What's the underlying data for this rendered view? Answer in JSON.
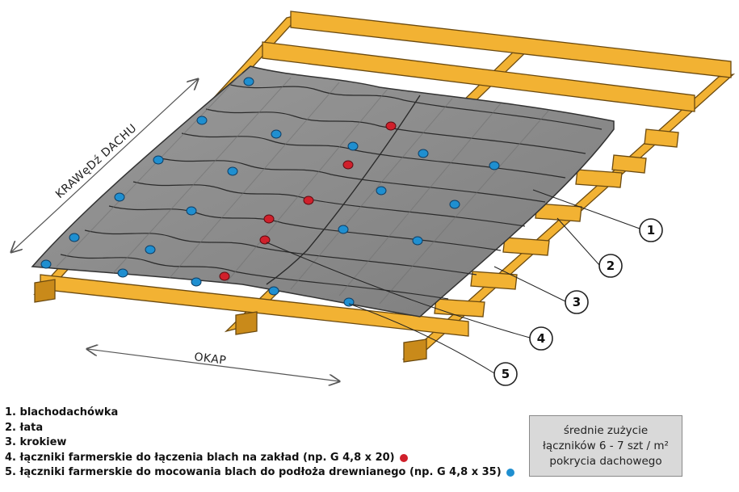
{
  "labels": {
    "roof_edge": "KRAWęDź DACHU",
    "eave": "OKAP"
  },
  "callouts": [
    "1",
    "2",
    "3",
    "4",
    "5"
  ],
  "legend": [
    {
      "text": "1.  blachodachówka"
    },
    {
      "text": "2. łata"
    },
    {
      "text": "3. krokiew"
    },
    {
      "text": "4. łączniki farmerskie do łączenia blach na zakład (np. G 4,8 x 20)",
      "dot_color": "#d0202b"
    },
    {
      "text": "5. łączniki farmerskie do mocowania blach do podłoża drewnianego (np. G 4,8 x 35)",
      "dot_color": "#1f8fd0"
    }
  ],
  "info_box": {
    "line1": "średnie zużycie",
    "line2": "łączników  6 - 7 szt / m²",
    "line3": "pokrycia dachowego"
  },
  "colors": {
    "timber": "#f2b233",
    "timber_dark": "#c98a1a",
    "sheet": "#8d8d8d",
    "sheet_dark": "#5e5e5e",
    "fastener_red": "#d0202b",
    "fastener_blue": "#1f8fd0"
  }
}
